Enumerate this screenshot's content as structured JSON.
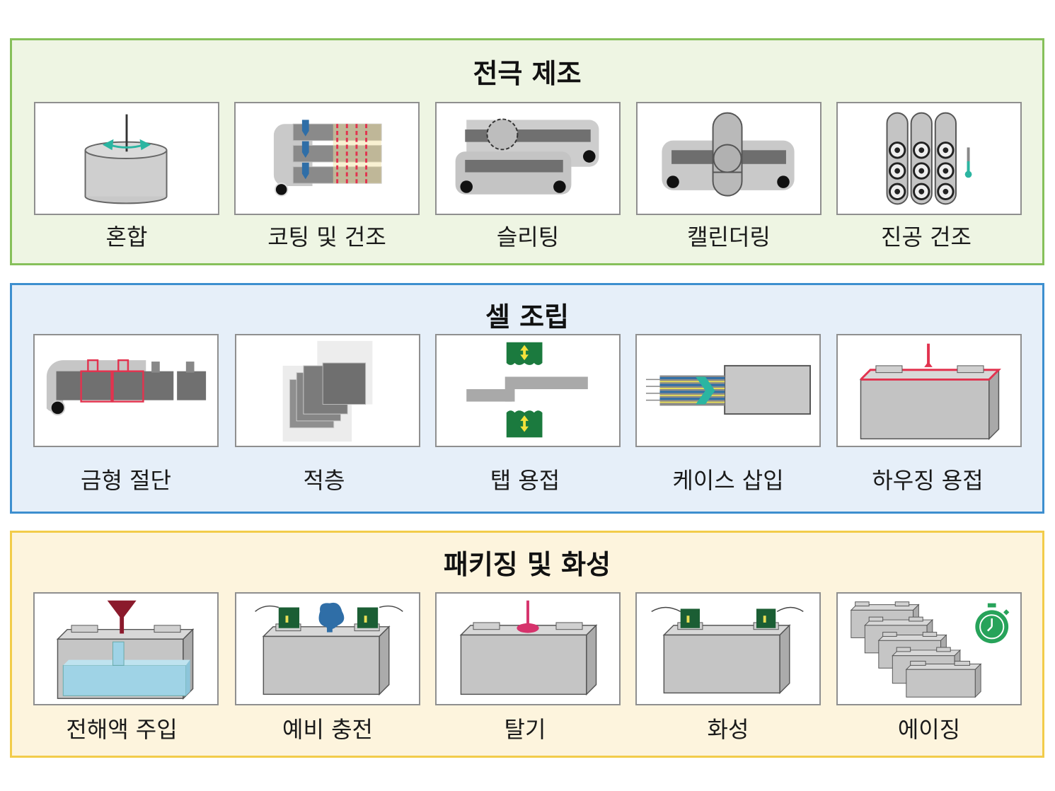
{
  "sections": [
    {
      "title": "전극 제조",
      "bg": "#eef5e3",
      "border": "#86c05a",
      "steps": [
        {
          "label": "혼합",
          "icon": "mixer-icon"
        },
        {
          "label": "코팅 및 건조",
          "icon": "coating-icon"
        },
        {
          "label": "슬리팅",
          "icon": "slitting-icon"
        },
        {
          "label": "캘린더링",
          "icon": "calendering-icon"
        },
        {
          "label": "진공 건조",
          "icon": "vacuum-drying-icon"
        }
      ]
    },
    {
      "title": "셀 조립",
      "bg": "#e6eff9",
      "border": "#3d8fcf",
      "steps": [
        {
          "label": "금형 절단",
          "icon": "die-cutting-icon"
        },
        {
          "label": "적층",
          "icon": "stacking-icon"
        },
        {
          "label": "탭 용접",
          "icon": "tab-welding-icon"
        },
        {
          "label": "케이스 삽입",
          "icon": "case-insertion-icon"
        },
        {
          "label": "하우징 용접",
          "icon": "housing-welding-icon"
        }
      ]
    },
    {
      "title": "패키징 및 화성",
      "bg": "#fdf4dd",
      "border": "#f2cc4a",
      "steps": [
        {
          "label": "전해액 주입",
          "icon": "electrolyte-filling-icon"
        },
        {
          "label": "예비 충전",
          "icon": "pre-charging-icon"
        },
        {
          "label": "탈기",
          "icon": "degassing-icon"
        },
        {
          "label": "화성",
          "icon": "formation-icon"
        },
        {
          "label": "에이징",
          "icon": "aging-icon"
        }
      ]
    }
  ]
}
